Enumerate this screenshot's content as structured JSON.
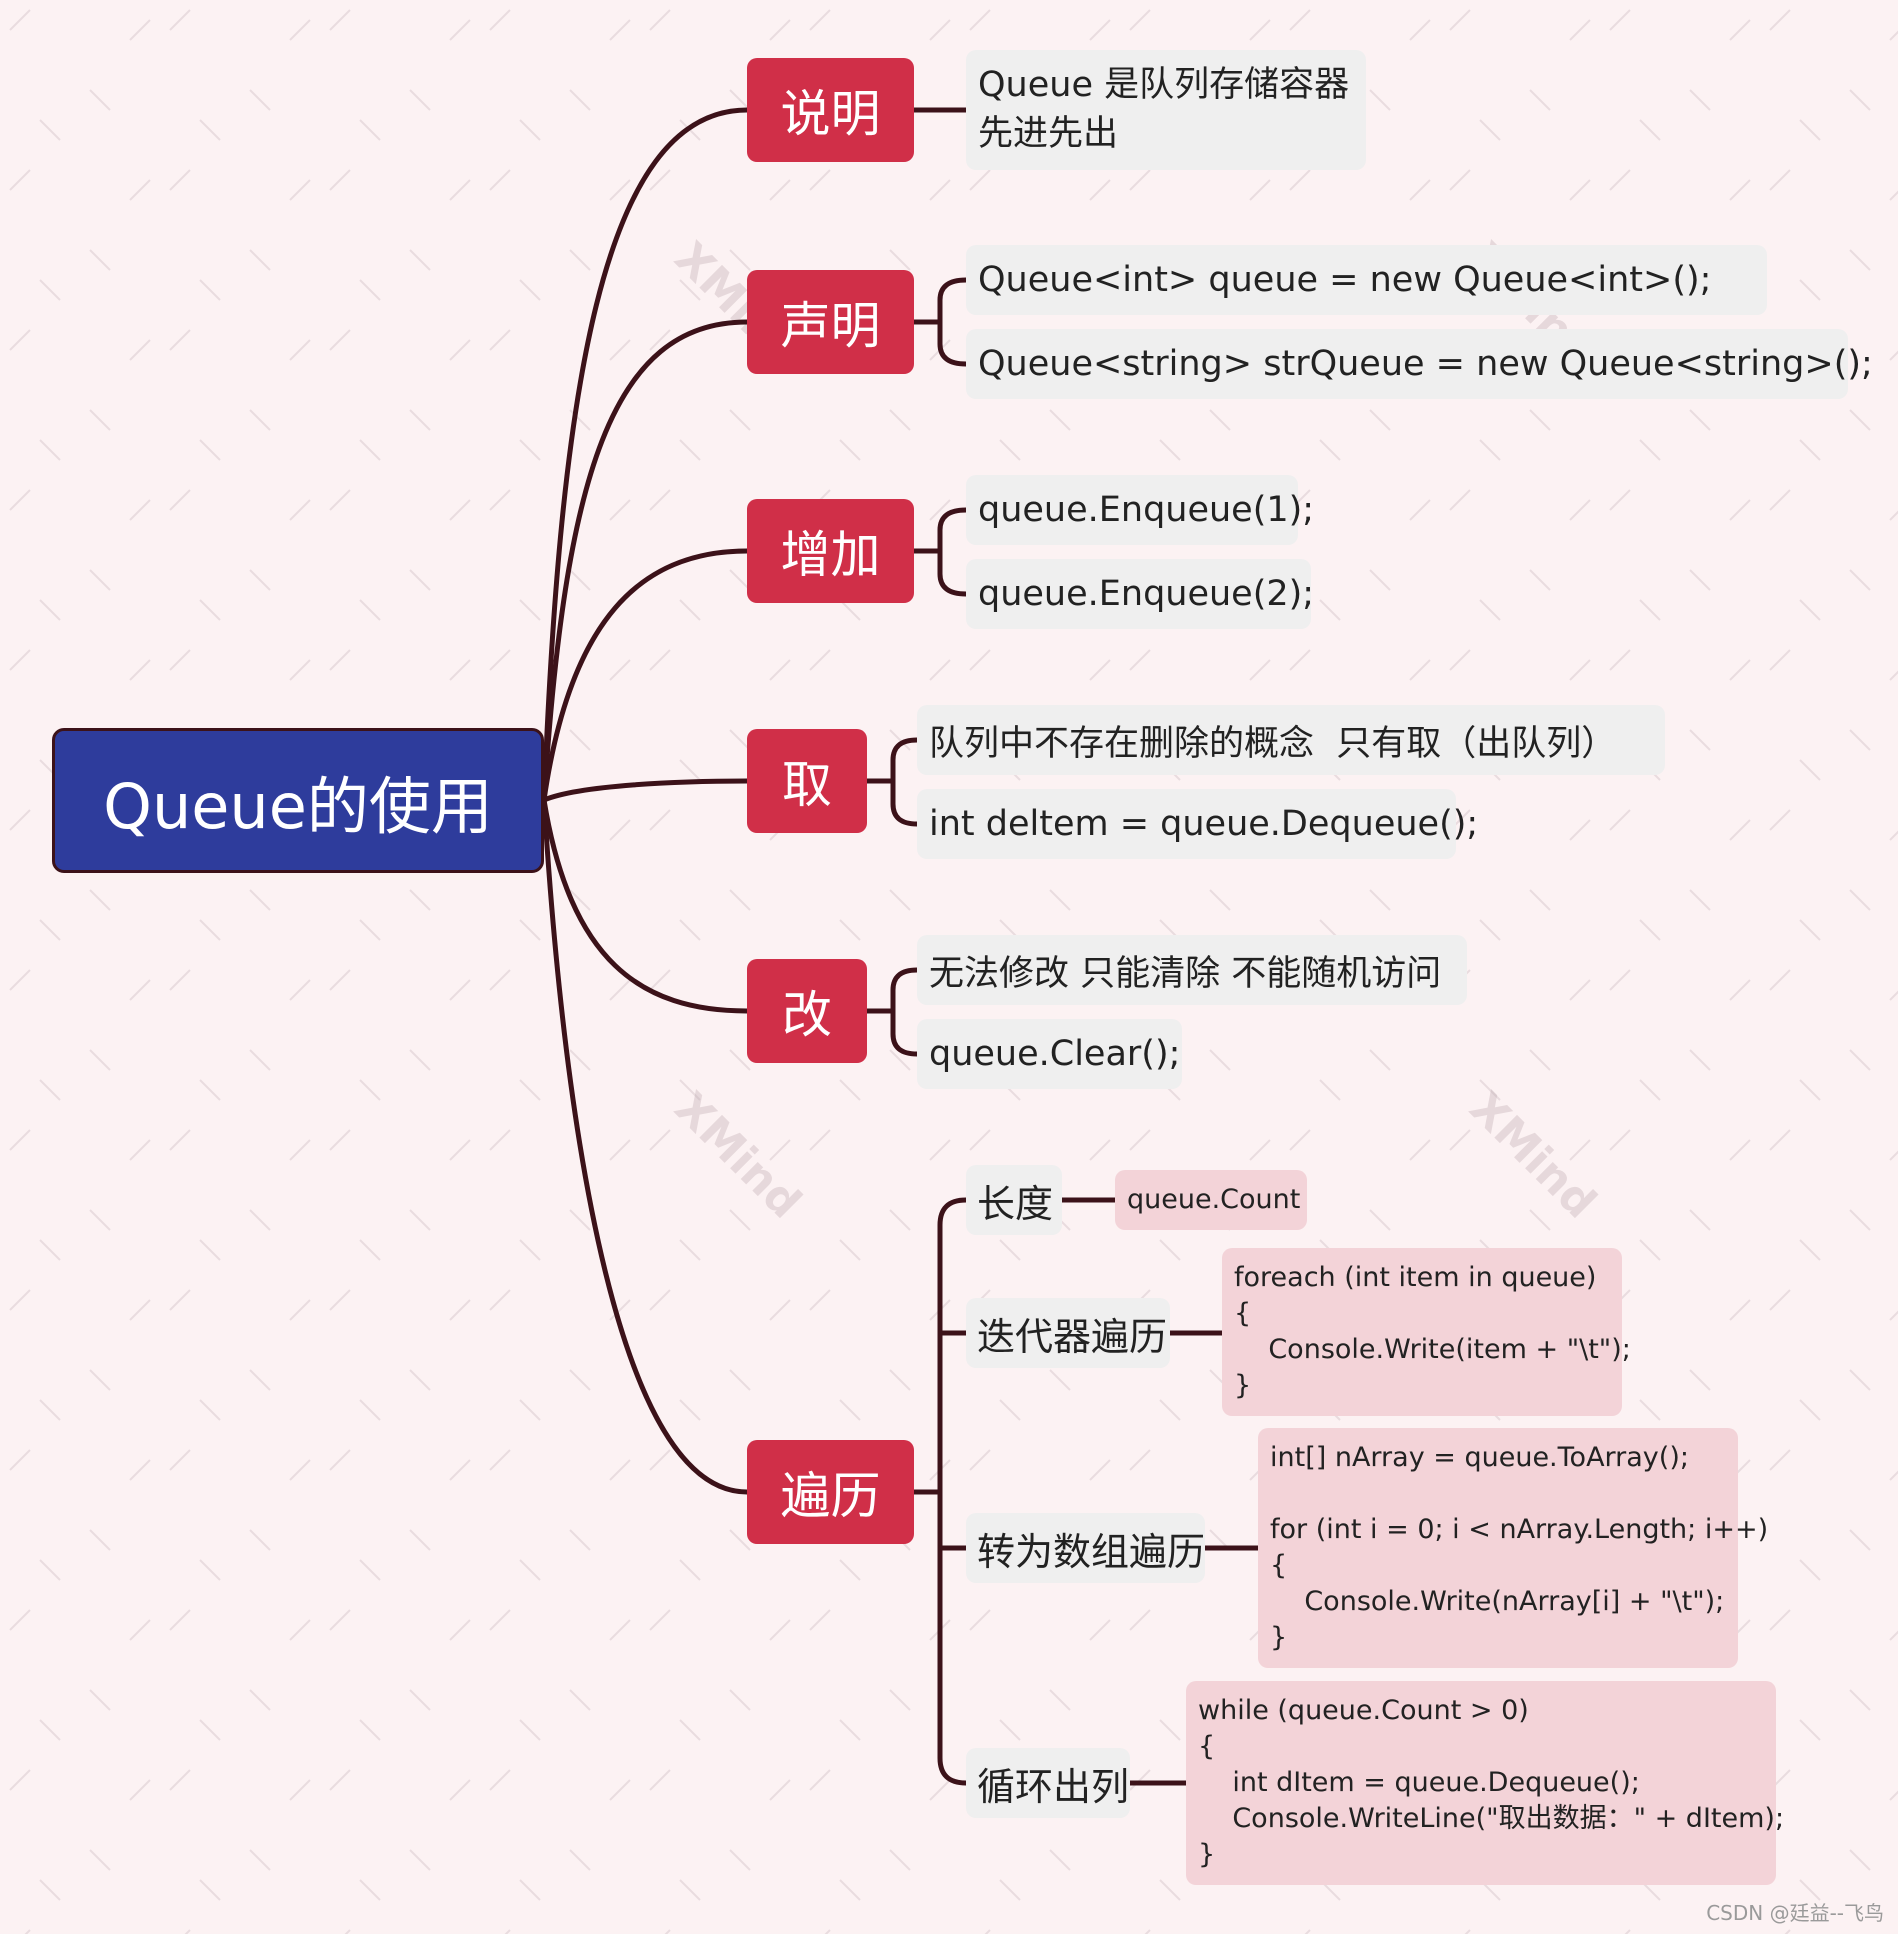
{
  "root": {
    "label": "Queue的使用"
  },
  "branches": {
    "shuoming": {
      "label": "说明",
      "lines": [
        "Queue 是队列存储容器",
        "先进先出"
      ]
    },
    "shengming": {
      "label": "声明",
      "items": [
        "Queue<int> queue = new Queue<int>();",
        "Queue<string> strQueue = new Queue<string>();"
      ]
    },
    "zengjia": {
      "label": "增加",
      "items": [
        "queue.Enqueue(1);",
        "queue.Enqueue(2);"
      ]
    },
    "qu": {
      "label": "取",
      "items": [
        "队列中不存在删除的概念  只有取（出队列）",
        "int deltem = queue.Dequeue();"
      ]
    },
    "gai": {
      "label": "改",
      "items": [
        "无法修改 只能清除 不能随机访问",
        "queue.Clear();"
      ]
    },
    "bianli": {
      "label": "遍历",
      "subs": [
        {
          "label": "长度",
          "code": [
            "queue.Count"
          ]
        },
        {
          "label": "迭代器遍历",
          "code": [
            "foreach (int item in queue)",
            "{",
            "    Console.Write(item + \"\\t\");",
            "}"
          ]
        },
        {
          "label": "转为数组遍历",
          "code": [
            "int[] nArray = queue.ToArray();",
            "",
            "for (int i = 0; i < nArray.Length; i++)",
            "{",
            "    Console.Write(nArray[i] + \"\\t\");",
            "}"
          ]
        },
        {
          "label": "循环出列",
          "code": [
            "while (queue.Count > 0)",
            "{",
            "    int dItem = queue.Dequeue();",
            "    Console.WriteLine(\"取出数据：\" + dItem);",
            "}"
          ]
        }
      ]
    }
  },
  "watermark": "XMind",
  "credit": "CSDN @廷益--飞鸟",
  "colors": {
    "root": "#2e3c9c",
    "branch": "#d02f48",
    "leaf": "#efefef",
    "code": "#f3d3d8",
    "line": "#3c1219",
    "background": "#fcf2f3"
  }
}
